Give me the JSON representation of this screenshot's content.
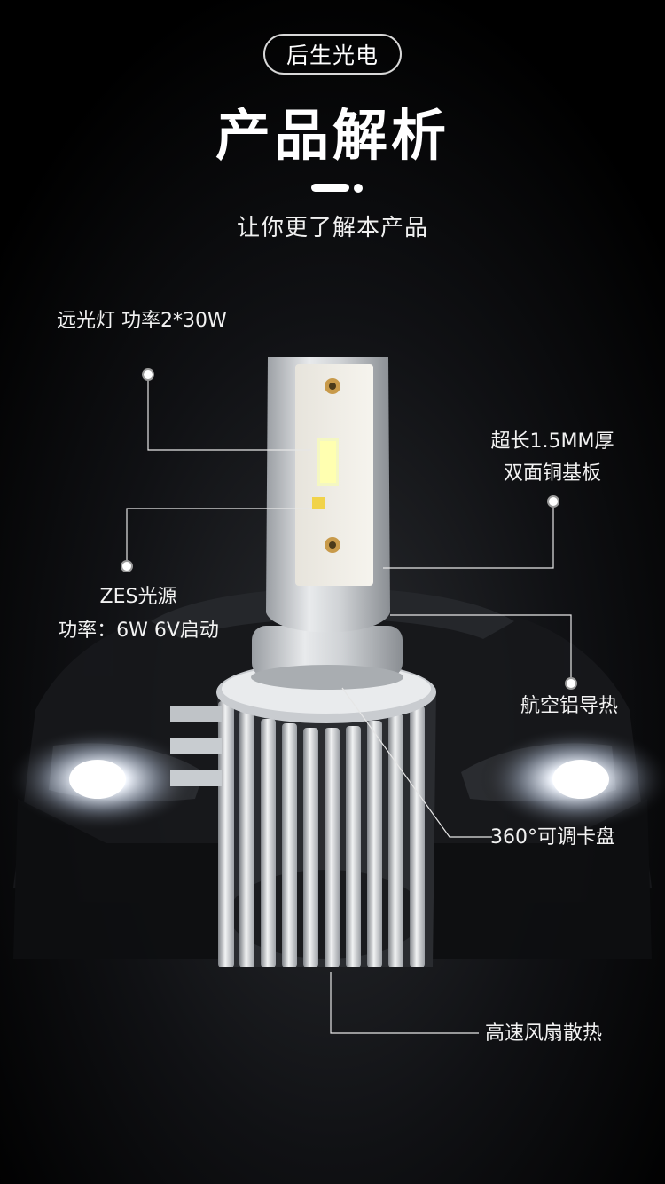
{
  "header": {
    "brand": "后生光电",
    "title": "产品解析",
    "subtitle": "让你更了解本产品"
  },
  "callouts": {
    "high_beam": "远光灯 功率2*30W",
    "copper_line1": "超长1.5MM厚",
    "copper_line2": "双面铜基板",
    "zes_line1": "ZES光源",
    "zes_line2": "功率：6W 6V启动",
    "aluminum": "航空铝导热",
    "collar": "360°可调卡盘",
    "fan": "高速风扇散热"
  },
  "colors": {
    "background": "#000000",
    "text": "#ffffff",
    "line": "#e6e6e6",
    "headlight": "#ffffff"
  }
}
